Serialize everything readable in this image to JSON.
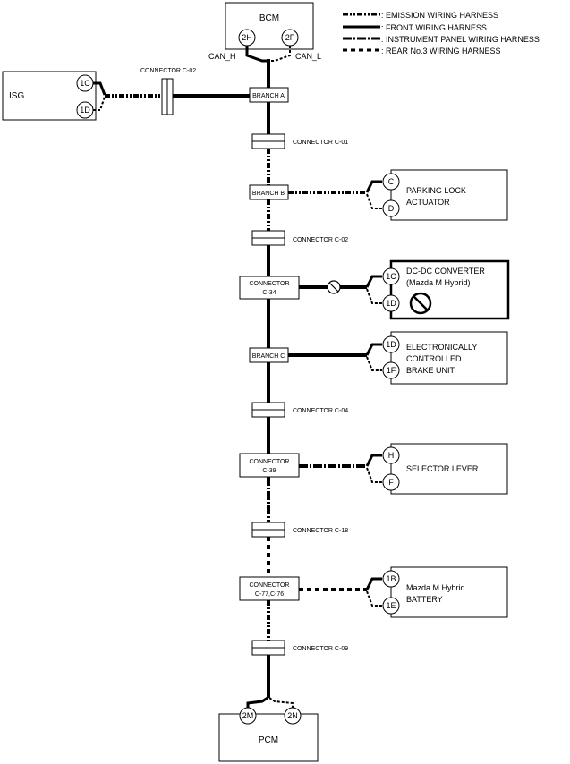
{
  "legend": [
    {
      "style": "emission",
      "label": ": EMISSION WIRING HARNESS"
    },
    {
      "style": "front",
      "label": ": FRONT WIRING HARNESS"
    },
    {
      "style": "instrument",
      "label": ": INSTRUMENT PANEL WIRING HARNESS"
    },
    {
      "style": "rear",
      "label": ": REAR No.3 WIRING HARNESS"
    }
  ],
  "bcm": {
    "label": "BCM",
    "pin_left": "2H",
    "pin_right": "2F",
    "can_h": "CAN_H",
    "can_l": "CAN_L"
  },
  "isg": {
    "label": "ISG",
    "pin_top": "1C",
    "pin_bottom": "1D",
    "connector": "CONNECTOR C-02"
  },
  "trunk": {
    "branch_a": "BRANCH A",
    "conn_c01": "CONNECTOR C-01",
    "branch_b": "BRANCH B",
    "conn_c02": "CONNECTOR C-02",
    "conn_c34_l1": "CONNECTOR",
    "conn_c34_l2": "C-34",
    "branch_c": "BRANCH C",
    "conn_c04": "CONNECTOR C-04",
    "conn_c39_l1": "CONNECTOR",
    "conn_c39_l2": "C-39",
    "conn_c18": "CONNECTOR C-18",
    "conn_c77_l1": "CONNECTOR",
    "conn_c77_l2": "C-77,C-76",
    "conn_c09": "CONNECTOR C-09"
  },
  "parking_lock": {
    "line1": "PARKING LOCK",
    "line2": "ACTUATOR",
    "pin_top": "C",
    "pin_bottom": "D"
  },
  "dcdc": {
    "line1": "DC-DC CONVERTER",
    "line2": "(Mazda M Hybrid)",
    "pin_top": "1C",
    "pin_bottom": "1D"
  },
  "ecbu": {
    "line1": "ELECTRONICALLY",
    "line2": "CONTROLLED",
    "line3": "BRAKE UNIT",
    "pin_top": "1D",
    "pin_bottom": "1F"
  },
  "selector": {
    "label": "SELECTOR LEVER",
    "pin_top": "H",
    "pin_bottom": "F"
  },
  "battery": {
    "line1": "Mazda M Hybrid",
    "line2": "BATTERY",
    "pin_top": "1B",
    "pin_bottom": "1E"
  },
  "pcm": {
    "label": "PCM",
    "pin_left": "2M",
    "pin_right": "2N"
  }
}
